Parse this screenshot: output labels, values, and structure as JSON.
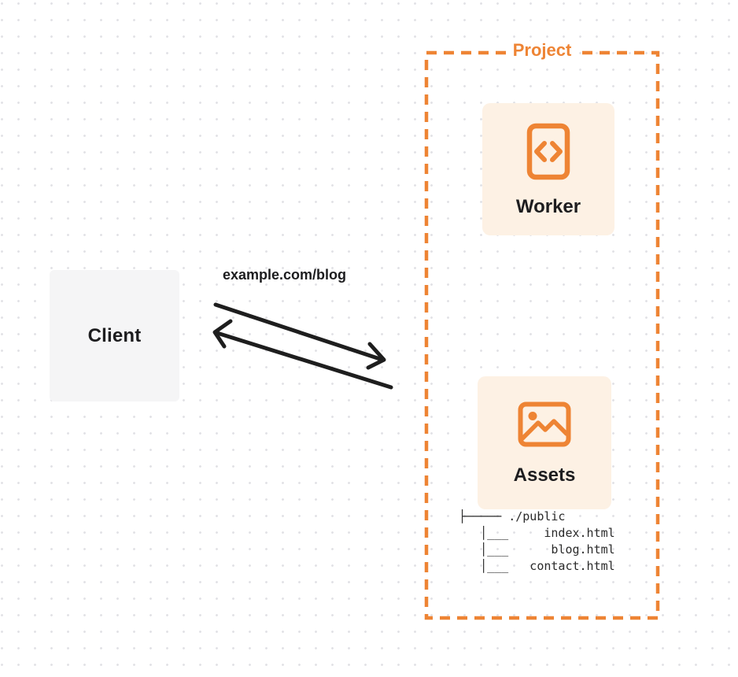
{
  "diagram": {
    "client": {
      "label": "Client"
    },
    "request": {
      "url_label": "example.com/blog"
    },
    "project": {
      "label": "Project",
      "worker": {
        "label": "Worker",
        "icon": "code-icon"
      },
      "assets": {
        "label": "Assets",
        "icon": "image-icon",
        "file_tree": "├───── ./public\n   │___     index.html\n   │___      blog.html\n   │___   contact.html"
      }
    },
    "colors": {
      "accent_orange": "#EE8434",
      "card_background": "#FDF1E4",
      "client_background": "#F5F5F6",
      "text_dark": "#1D1D1F",
      "arrow": "#1E1E1E",
      "grid_dot": "#E2E2E6"
    }
  }
}
